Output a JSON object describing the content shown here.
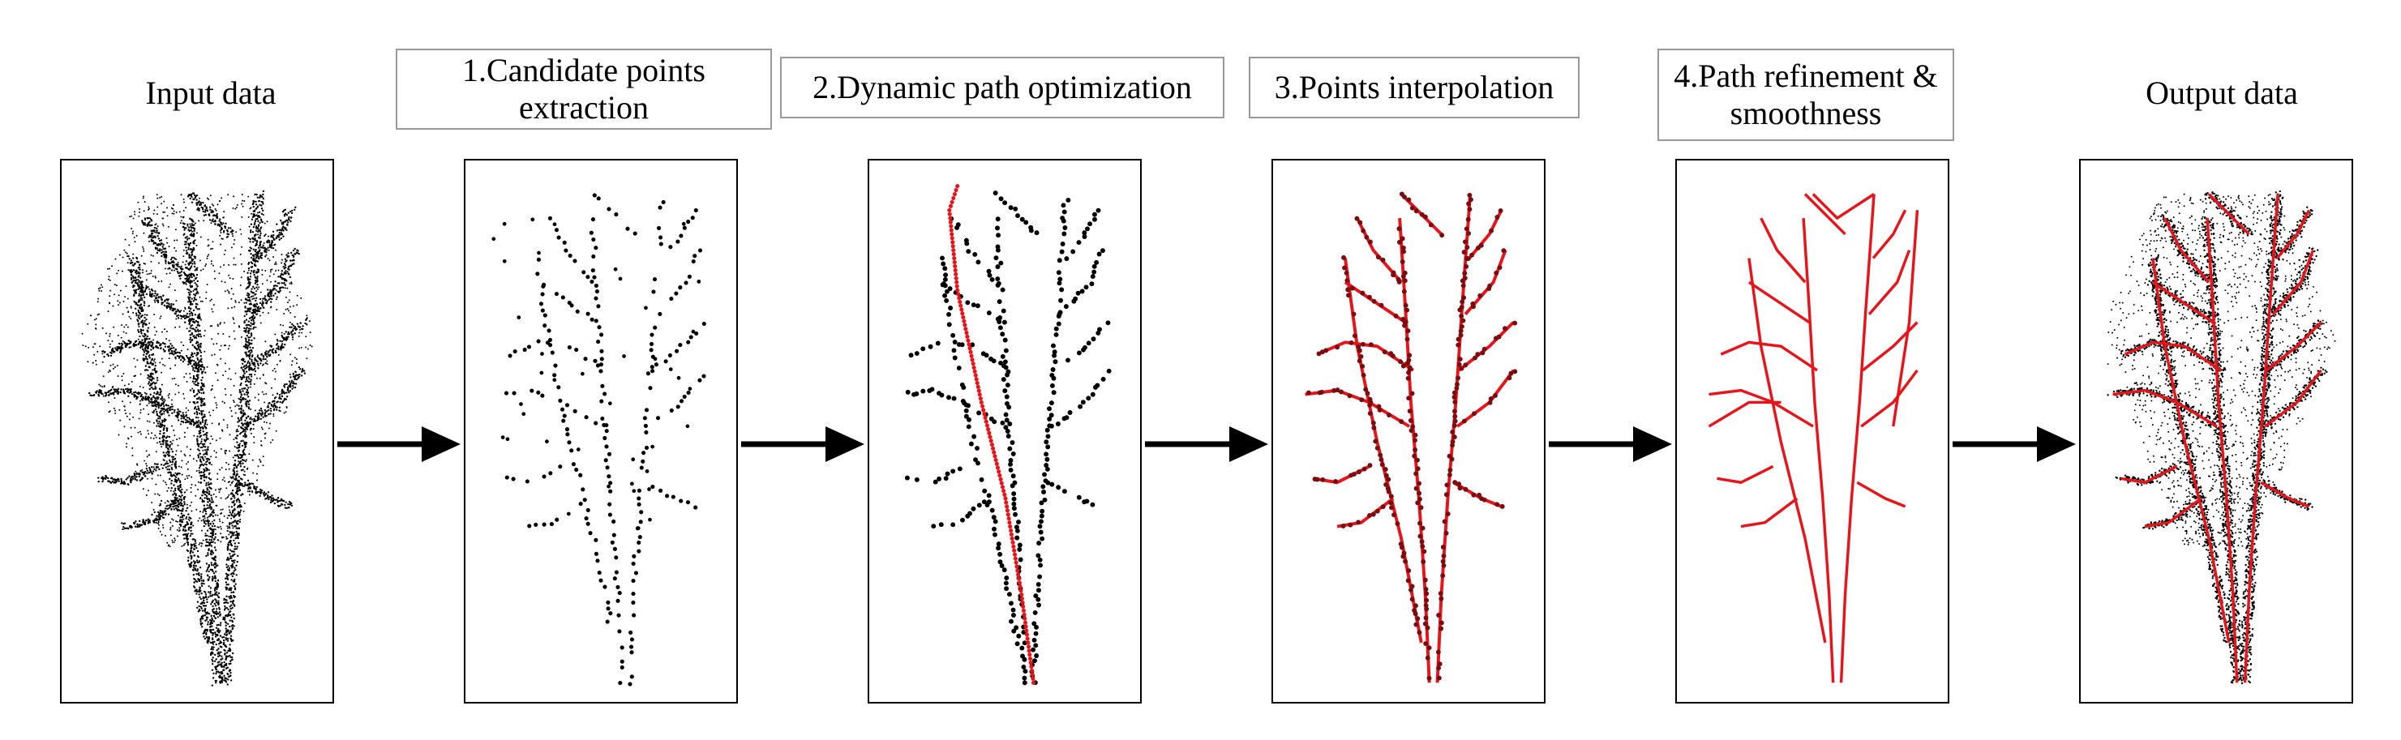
{
  "steps": [
    {
      "label": "Input data",
      "boxed": false
    },
    {
      "label": "1.Candidate points extraction",
      "boxed": true
    },
    {
      "label": "2.Dynamic path optimization",
      "boxed": true
    },
    {
      "label": "3.Points interpolation",
      "boxed": true
    },
    {
      "label": "4.Path refinement & smoothness",
      "boxed": true
    },
    {
      "label": "Output data",
      "boxed": false
    }
  ],
  "colors": {
    "points": "#000000",
    "path": "#e8141a",
    "dark_path": "#7a0c10",
    "box_border": "#999999"
  }
}
